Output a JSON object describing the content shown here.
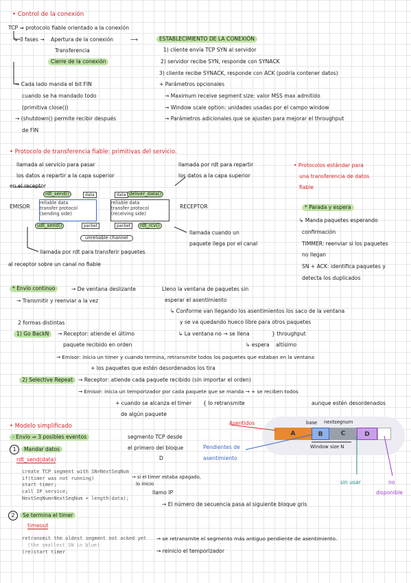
{
  "s1": {
    "title": "• Control de la conexión",
    "tcp": "TCP ⇒ protocolo fiable orientado a la conexión",
    "fases": "↳ 3 fases →",
    "f1": "Apertura de la conexión",
    "f2": "Transferencia",
    "f3": "Cierre de la conexión",
    "est_title": "ESTABLECIMIENTO DE LA CONEXIÓN",
    "est": [
      "1) cliente envía TCP SYN al servidor",
      "2) servidor recibe SYN, responde con SYNACK",
      "3) cliente recibe SYNACK, responde con ACK (podría contener datos)",
      "+ Parámetros opcionales",
      "→ Maximum receive segment size: valor MSS max admitido",
      "→ Window scale option: unidades usadas por el campo window",
      "→ Parámetros adicionales que se ajusten para mejorar el throughput"
    ],
    "cierre": [
      "→ Cada lado manda el bit FIN",
      "cuando se ha mandado todo",
      "(primitiva close())",
      "→ (shutdown() permite recibir después",
      "de FIN"
    ]
  },
  "s2": {
    "title": "• Protocolo de transferencia fiable: primitivas del servicio.",
    "l1": "llamada al servicio para pasar",
    "l2": "los datos a repartir a la capa superior",
    "l3": "en el receptor",
    "r1": "llamada por rdt para repartir",
    "r2": "los datos a la capa superior",
    "emisor": "EMISOR",
    "receptor": "RECEPTOR",
    "rdt_send": "rdt_send()",
    "deliver": "deliver_data()",
    "udt_send": "udt_send()",
    "rdt_rcv": "rdt_rcv()",
    "data": "data",
    "packet": "packet",
    "sender_box": [
      "reliable data",
      "transfer protocol",
      "(sending side)"
    ],
    "receiver_box": [
      "reliable data",
      "transfer protocol",
      "(receiving side)"
    ],
    "channel": "unreliable channel",
    "rcv_note": [
      "llamada cuando un",
      "paquete llega por el canal"
    ],
    "udt_note": "llamada por rdt para transferir paquetes",
    "udt_note2": "al receptor sobre un canal no fiable",
    "std_title": [
      "• Protocolos estándar para",
      "una transferencia de datos",
      "fiable"
    ],
    "parada": "* Parada y espera",
    "parada_lines": [
      "↳ Manda paquetes esperando",
      "confirmación",
      "TIMMER: reenviar si los paquetes",
      "no llegan",
      "SN + ACK: identifica paquetes y",
      "detecta los duplicados"
    ]
  },
  "s3": {
    "continuo": "* Envío continuo",
    "arrow": "→ De ventana deslizante",
    "brace": [
      "Lleno la ventana de paquetes sin",
      "esperar el asentimiento"
    ],
    "trans": "→ Transmitir y reenviar a la vez",
    "conf": [
      "↳ Conforme van llegando los asentimientos los saco de la ventana",
      "y se va quedando hueco libre para otros paquetes"
    ],
    "ventana": "↳ La ventana no → se llena",
    "espera": "↳ espera",
    "through": [
      "} throughput",
      "altísimo"
    ],
    "formas": "2 formas distintas",
    "gbn": "1) Go BackN",
    "gbn_lines": [
      "→ Receptor: atiende el último",
      "paquete recibido en orden"
    ],
    "emisor_gbn": [
      "→ Emisor: inicia un timer y cuando termina, retransmite todos los paquetes que estaban en la ventana",
      "+ los paquetes que estén desordenados los tira"
    ],
    "sr": "2) Selective Repeat",
    "sr_rec": "→ Receptor: atiende cada paquete recibido (sin importar el orden)",
    "sr_em": "→ Emisor: inicia un temporizador por cada paquete que se manda → + se reciben todos",
    "sr_em2": "+ cuando se alcanza el timer",
    "sr_em3": "de algún paquete",
    "sr_re": "{ lo retransmite",
    "sr_des": "aunque estén desordenados"
  },
  "s4": {
    "title": "• Modelo simplificado",
    "envio": "- Envío ⇒ 3 posibles eventos",
    "ev1": "Mandar datos",
    "seg": [
      "segmento TCP desde",
      "el primero del bloque",
      "D"
    ],
    "func1": "rdt_send(data)",
    "code1": [
      "create TCP segment with SN=NextSeqNum",
      "if(timer was not running)",
      "        start timer;",
      "call IP service;",
      "NextSeqNum=NextSeqNum + length(data);"
    ],
    "timer_note": [
      "→ si el timer estaba apagado,",
      "lo inicio"
    ],
    "ip_note": "llamo IP",
    "next_note": "→ El número de secuencia pasa al siguiente bloque gris",
    "ev2": "Se termina el timer",
    "func2": "timeout",
    "code2": [
      "retransmit the oldest segment not acked yet",
      "(the smallest SN in blue)",
      "(re)start timer"
    ],
    "retx_note": "→ se retransmite el segmento más antiguo pendiente de asentimiento.",
    "restart_note": "→ reinicio el temporizador",
    "asentidos": "Asentidos",
    "pendientes": [
      "Pendientes de",
      "asentimiento"
    ],
    "base": "base",
    "nextseq": "nextsegnum",
    "blocks": [
      "A",
      "B",
      "C",
      "D"
    ],
    "winsize": "Window size N",
    "sinusar": "sin usar",
    "nodisp": [
      "no",
      "disponible"
    ]
  },
  "numbers": [
    "1",
    "2"
  ]
}
